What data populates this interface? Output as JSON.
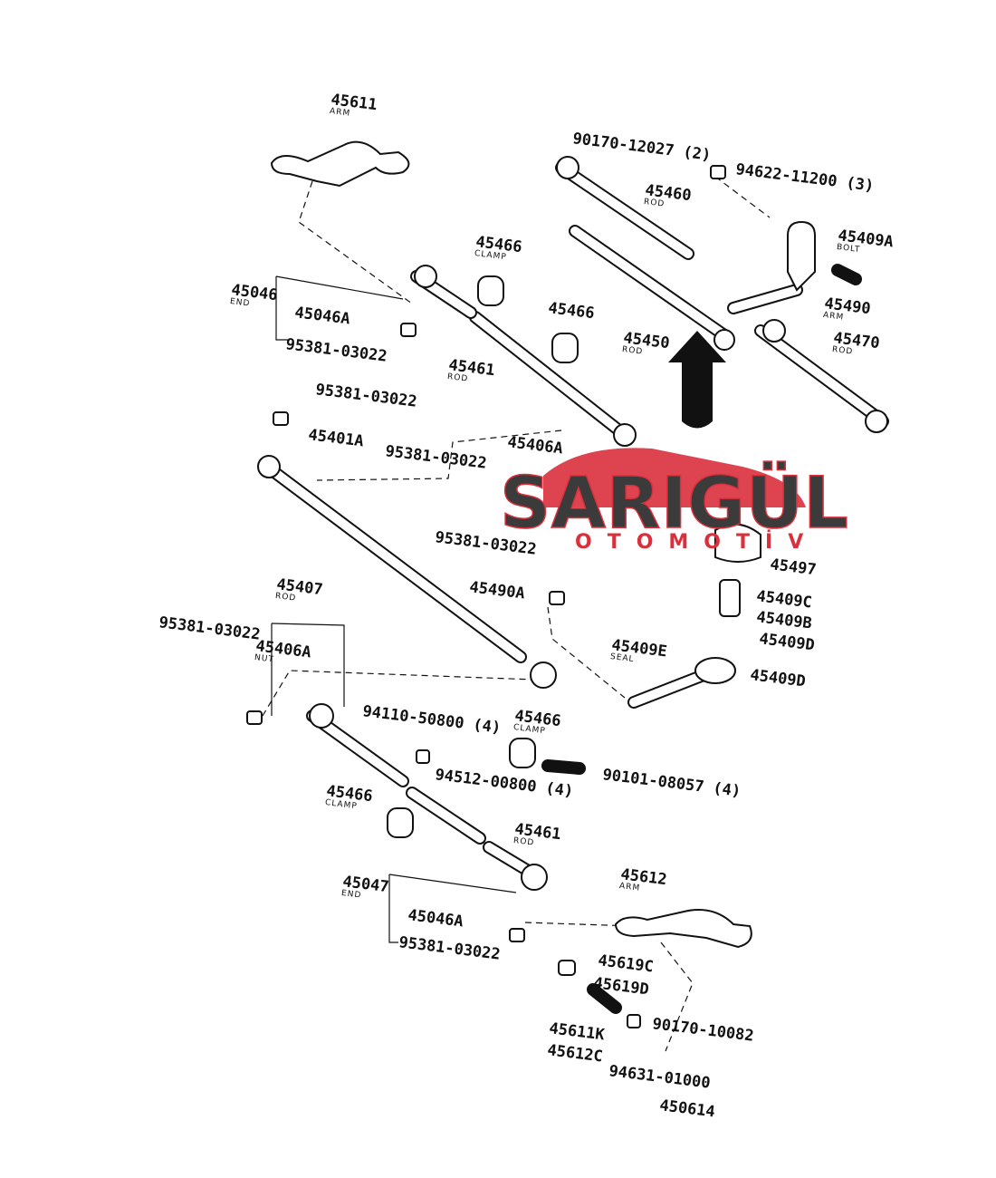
{
  "diagram": {
    "labels": [
      {
        "code": "45611",
        "sub": "ARM"
      },
      {
        "code": "90170-12027 (2)"
      },
      {
        "code": "94622-11200 (3)"
      },
      {
        "code": "45460",
        "sub": "ROD"
      },
      {
        "code": "45409A",
        "sub": "BOLT"
      },
      {
        "code": "45466",
        "sub": "CLAMP"
      },
      {
        "code": "45046",
        "sub": "END"
      },
      {
        "code": "45046A"
      },
      {
        "code": "45466"
      },
      {
        "code": "45490",
        "sub": "ARM"
      },
      {
        "code": "45450",
        "sub": "ROD"
      },
      {
        "code": "95381-03022"
      },
      {
        "code": "45461",
        "sub": "ROD"
      },
      {
        "code": "45470",
        "sub": "ROD"
      },
      {
        "code": "95381-03022"
      },
      {
        "code": "45401A"
      },
      {
        "code": "45406A"
      },
      {
        "code": "95381-03022"
      },
      {
        "code": "95381-03022"
      },
      {
        "code": "45497"
      },
      {
        "code": "45490A"
      },
      {
        "code": "45409C"
      },
      {
        "code": "45409B"
      },
      {
        "code": "45409D"
      },
      {
        "code": "45407",
        "sub": "ROD"
      },
      {
        "code": "95381-03022"
      },
      {
        "code": "45406A",
        "sub": "NUT"
      },
      {
        "code": "45409E",
        "sub": "SEAL"
      },
      {
        "code": "45409D"
      },
      {
        "code": "45466",
        "sub": "CLAMP"
      },
      {
        "code": "94110-50800 (4)"
      },
      {
        "code": "94512-00800 (4)"
      },
      {
        "code": "90101-08057 (4)"
      },
      {
        "code": "45466",
        "sub": "CLAMP"
      },
      {
        "code": "45461",
        "sub": "ROD"
      },
      {
        "code": "45047",
        "sub": "END"
      },
      {
        "code": "45046A"
      },
      {
        "code": "45612",
        "sub": "ARM"
      },
      {
        "code": "95381-03022"
      },
      {
        "code": "45619C"
      },
      {
        "code": "45619D"
      },
      {
        "code": "90170-10082"
      },
      {
        "code": "45611K"
      },
      {
        "code": "45612C"
      },
      {
        "code": "94631-01000"
      },
      {
        "code": "450614"
      }
    ]
  },
  "watermark": {
    "brand": "SARIGÜL",
    "tagline": "OTOMOTİV",
    "accent": "#d9303c",
    "dark": "#3b3b3b"
  }
}
